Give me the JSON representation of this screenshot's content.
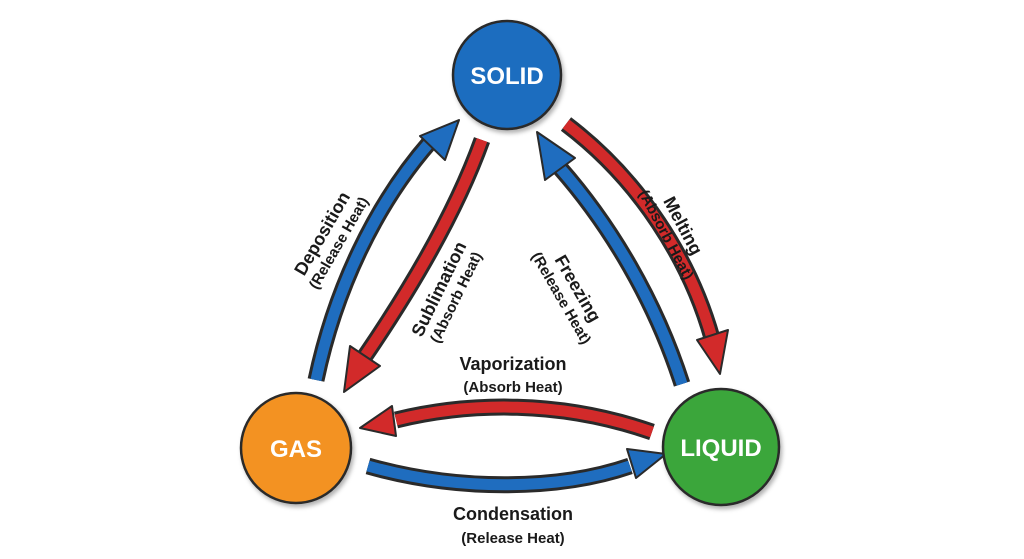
{
  "nodes": {
    "solid": {
      "label": "SOLID",
      "color": "#1f6dbf"
    },
    "gas": {
      "label": "GAS",
      "color": "#f39220"
    },
    "liquid": {
      "label": "LIQUID",
      "color": "#3aa63a"
    }
  },
  "processes": {
    "deposition": {
      "name": "Deposition",
      "note": "(Release Heat)",
      "color": "#1f6dbf"
    },
    "sublimation": {
      "name": "Sublimation",
      "note": "(Absorb Heat)",
      "color": "#d22a2a"
    },
    "freezing": {
      "name": "Freezing",
      "note": "(Release Heat)",
      "color": "#1f6dbf"
    },
    "melting": {
      "name": "Melting",
      "note": "(Absorb Heat)",
      "color": "#d22a2a"
    },
    "vaporization": {
      "name": "Vaporization",
      "note": "(Absorb Heat)",
      "color": "#d22a2a"
    },
    "condensation": {
      "name": "Condensation",
      "note": "(Release Heat)",
      "color": "#1f6dbf"
    }
  }
}
